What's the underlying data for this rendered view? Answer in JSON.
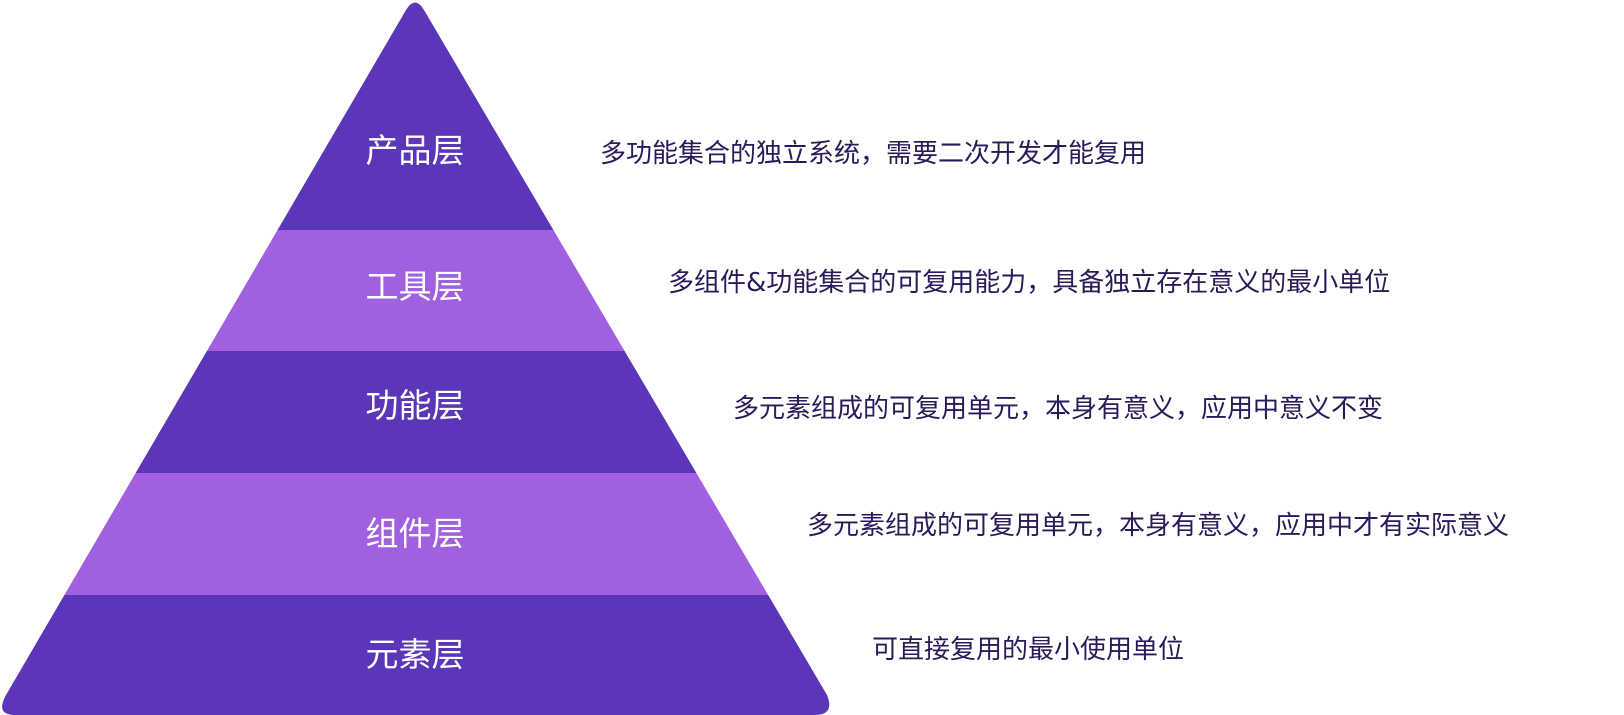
{
  "colors": {
    "dark": "#5b36b8",
    "light": "#a160e0",
    "label_text": "#ffffff",
    "desc_text": "#2a1a5a"
  },
  "layers": [
    {
      "name": "产品层",
      "description": "多功能集合的独立系统，需要二次开发才能复用",
      "shade": "dark"
    },
    {
      "name": "工具层",
      "description": "多组件&功能集合的可复用能力，具备独立存在意义的最小单位",
      "shade": "light"
    },
    {
      "name": "功能层",
      "description": "多元素组成的可复用单元，本身有意义，应用中意义不变",
      "shade": "dark"
    },
    {
      "name": "组件层",
      "description": "多元素组成的可复用单元，本身有意义，应用中才有实际意义",
      "shade": "light"
    },
    {
      "name": "元素层",
      "description": "可直接复用的最小使用单位",
      "shade": "dark"
    }
  ]
}
